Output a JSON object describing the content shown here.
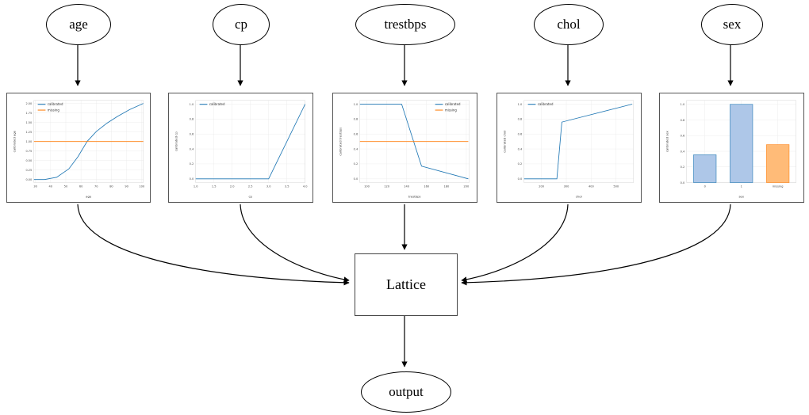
{
  "graph": {
    "feature_nodes": [
      {
        "id": "age",
        "label": "age"
      },
      {
        "id": "cp",
        "label": "cp"
      },
      {
        "id": "trestbps",
        "label": "trestbps"
      },
      {
        "id": "chol",
        "label": "chol"
      },
      {
        "id": "sex",
        "label": "sex"
      }
    ],
    "lattice_label": "Lattice",
    "output_label": "output"
  },
  "legend": {
    "calibrated": "calibrated",
    "missing": "missing"
  },
  "colors": {
    "calibrated": "#1f77b4",
    "missing": "#ff7f0e",
    "bar_blue_fill": "#aec7e8",
    "bar_blue_edge": "#1f77b4",
    "bar_orange_fill": "#ffbb78",
    "bar_orange_edge": "#ff7f0e",
    "panel_border": "#555555",
    "grid": "#e6e6e6"
  },
  "chart_data": [
    {
      "type": "line",
      "id": "age",
      "title": "",
      "xlabel": "age",
      "ylabel": "calibrated age",
      "xticks": [
        30,
        40,
        50,
        60,
        70,
        80,
        90,
        100
      ],
      "yticks": [
        0.0,
        0.25,
        0.5,
        0.75,
        1.0,
        1.25,
        1.5,
        1.75,
        2.0
      ],
      "ytick_labels": [
        "0.00",
        "0.25",
        "0.50",
        "0.75",
        "1.00",
        "1.25",
        "1.50",
        "1.75",
        "2.00"
      ],
      "xlim": [
        29,
        101
      ],
      "ylim": [
        -0.08,
        2.08
      ],
      "grid": true,
      "legend": [
        "calibrated",
        "missing"
      ],
      "series": [
        {
          "name": "calibrated",
          "color": "#1f77b4",
          "x": [
            29,
            36,
            44,
            52,
            58,
            64,
            70,
            77,
            84,
            92,
            101
          ],
          "y": [
            0.0,
            0.0,
            0.06,
            0.28,
            0.6,
            1.0,
            1.26,
            1.48,
            1.66,
            1.84,
            2.0
          ]
        },
        {
          "name": "missing",
          "color": "#ff7f0e",
          "x": [
            29,
            101
          ],
          "y": [
            1.0,
            1.0
          ]
        }
      ]
    },
    {
      "type": "line",
      "id": "cp",
      "title": "",
      "xlabel": "cp",
      "ylabel": "calibrated cp",
      "xticks": [
        1.0,
        1.5,
        2.0,
        2.5,
        3.0,
        3.5,
        4.0
      ],
      "xtick_labels": [
        "1.0",
        "1.5",
        "2.0",
        "2.5",
        "3.0",
        "3.5",
        "4.0"
      ],
      "yticks": [
        0.0,
        0.2,
        0.4,
        0.6,
        0.8,
        1.0
      ],
      "ytick_labels": [
        "0.0",
        "0.2",
        "0.4",
        "0.6",
        "0.8",
        "1.0"
      ],
      "xlim": [
        1.0,
        4.0
      ],
      "ylim": [
        -0.05,
        1.05
      ],
      "grid": true,
      "legend": [
        "calibrated"
      ],
      "series": [
        {
          "name": "calibrated",
          "color": "#1f77b4",
          "x": [
            1.0,
            3.0,
            4.0
          ],
          "y": [
            0.0,
            0.0,
            1.0
          ]
        }
      ]
    },
    {
      "type": "line",
      "id": "trestbps",
      "title": "",
      "xlabel": "trestbps",
      "ylabel": "calibrated trestbps",
      "xticks": [
        100,
        120,
        140,
        160,
        180,
        200
      ],
      "yticks": [
        0.0,
        0.2,
        0.4,
        0.6,
        0.8,
        1.0
      ],
      "ytick_labels": [
        "0.0",
        "0.2",
        "0.4",
        "0.6",
        "0.8",
        "1.0"
      ],
      "xlim": [
        93,
        203
      ],
      "ylim": [
        -0.05,
        1.05
      ],
      "grid": true,
      "legend": [
        "calibrated",
        "missing"
      ],
      "series": [
        {
          "name": "calibrated",
          "color": "#1f77b4",
          "x": [
            93,
            135,
            155,
            202
          ],
          "y": [
            1.0,
            1.0,
            0.17,
            0.0
          ]
        },
        {
          "name": "missing",
          "color": "#ff7f0e",
          "x": [
            93,
            202
          ],
          "y": [
            0.5,
            0.5
          ]
        }
      ]
    },
    {
      "type": "line",
      "id": "chol",
      "title": "",
      "xlabel": "chol",
      "ylabel": "calibrated chol",
      "xticks": [
        200,
        300,
        400,
        500
      ],
      "yticks": [
        0.0,
        0.2,
        0.4,
        0.6,
        0.8,
        1.0
      ],
      "ytick_labels": [
        "0.0",
        "0.2",
        "0.4",
        "0.6",
        "0.8",
        "1.0"
      ],
      "xlim": [
        130,
        570
      ],
      "ylim": [
        -0.05,
        1.05
      ],
      "grid": true,
      "legend": [
        "calibrated"
      ],
      "series": [
        {
          "name": "calibrated",
          "color": "#1f77b4",
          "x": [
            130,
            262,
            282,
            565
          ],
          "y": [
            0.0,
            0.0,
            0.76,
            1.0
          ]
        }
      ]
    },
    {
      "type": "bar",
      "id": "sex",
      "title": "",
      "xlabel": "sex",
      "ylabel": "calibrated sex",
      "categories": [
        "0",
        "1",
        "missing"
      ],
      "values": [
        0.355,
        1.0,
        0.485
      ],
      "bar_colors": [
        "#aec7e8",
        "#aec7e8",
        "#ffbb78"
      ],
      "bar_edges": [
        "#1f77b4",
        "#1f77b4",
        "#ff7f0e"
      ],
      "yticks": [
        0.0,
        0.2,
        0.4,
        0.6,
        0.8,
        1.0
      ],
      "ytick_labels": [
        "0.0",
        "0.2",
        "0.4",
        "0.6",
        "0.8",
        "1.0"
      ],
      "ylim": [
        0,
        1.05
      ],
      "grid": true,
      "legend": []
    }
  ]
}
